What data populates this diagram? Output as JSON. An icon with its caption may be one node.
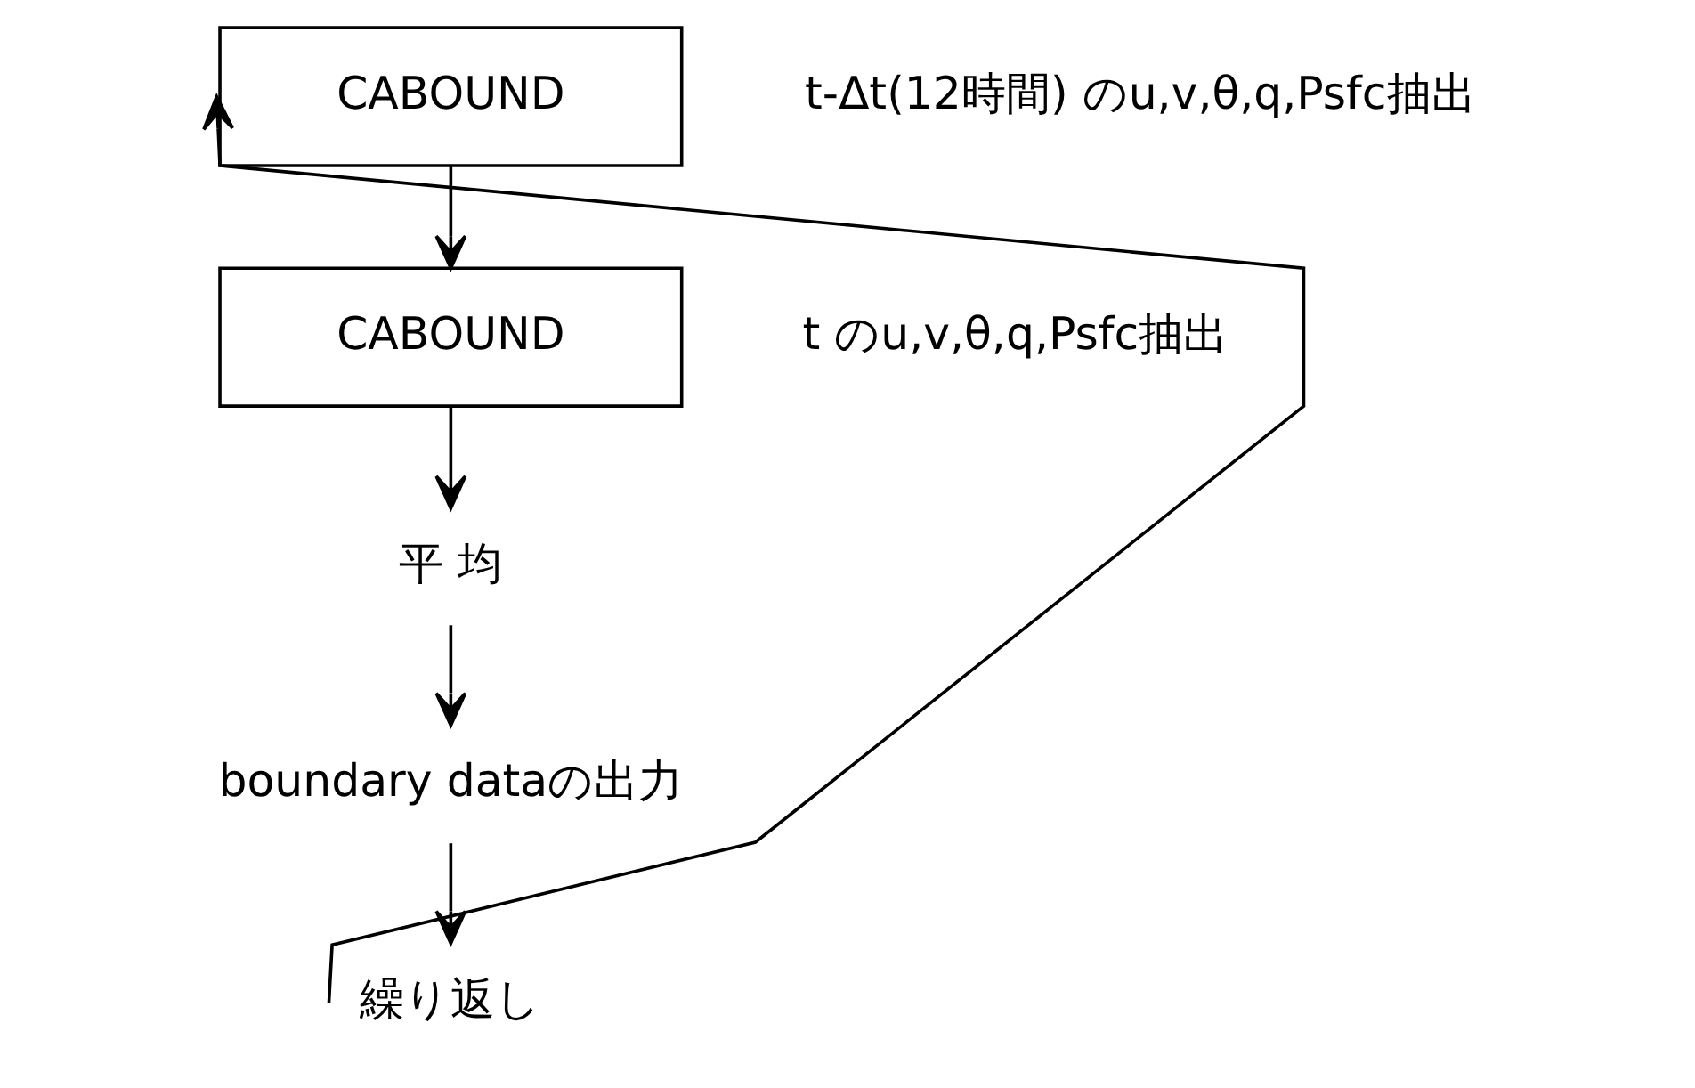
{
  "diagram": {
    "nodes": [
      {
        "text": [
          "CABOUND"
        ],
        "beside": [
          "t-Δt(12時間) のu,v,θ,q,Psfc抽出"
        ]
      },
      {
        "text": [
          "CABOUND"
        ],
        "beside": [
          "t のu,v,θ,q,Psfc抽出"
        ]
      },
      {
        "text": [
          "平 均"
        ]
      },
      {
        "text": [
          "boundary dataの出力"
        ]
      },
      {
        "text": [
          "繰り返し"
        ]
      }
    ],
    "edges": [
      {
        "from": 0,
        "to": 1,
        "arrow": "to"
      },
      {
        "from": 1,
        "to": 2,
        "arrow": "to"
      },
      {
        "from": 2,
        "to": 3,
        "arrow": "to"
      },
      {
        "from": 3,
        "to": 4,
        "arrow": "to"
      },
      {
        "from": 4,
        "to": 0,
        "arrow": "to"
      }
    ]
  }
}
